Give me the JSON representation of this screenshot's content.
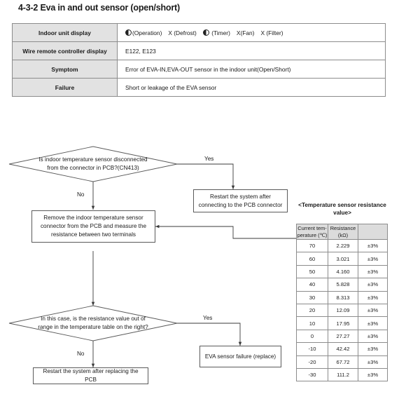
{
  "page_title": "4-3-2 Eva in and out sensor (open/short)",
  "info_table": {
    "rows": [
      {
        "label": "Indoor unit display",
        "type": "display-icons",
        "items": [
          {
            "icon": "half-circle-icon",
            "text": "(Operation)"
          },
          {
            "icon": "x-mark",
            "text": "X (Defrost)"
          },
          {
            "icon": "half-circle-icon",
            "text": "(Timer)"
          },
          {
            "icon": "x-mark",
            "text": "X(Fan)"
          },
          {
            "icon": "x-mark",
            "text": "X (Filter)"
          }
        ]
      },
      {
        "label": "Wire remote controller display",
        "type": "text",
        "value": "E122, E123"
      },
      {
        "label": "Symptom",
        "type": "text",
        "value": "Error of EVA-IN,EVA-OUT sensor in the indoor unit(Open/Short)"
      },
      {
        "label": "Failure",
        "type": "text",
        "value": "Short or leakage of the EVA sensor"
      }
    ]
  },
  "flowchart": {
    "decision_1": "Is indoor temperature sensor disconnected from the connector in PCB?(CN413)",
    "decision_1_yes": "Yes",
    "decision_1_no": "No",
    "process_restart_connect": "Restart the system after connecting to the PCB connector",
    "process_remove_measure": "Remove the indoor temperature sensor connector from the PCB and measure the resistance between two terminals",
    "decision_2": "In this case, is the resistance value out of range in the temperature table on the right?",
    "decision_2_yes": "Yes",
    "decision_2_no": "No",
    "process_sensor_failure": "EVA sensor failure (replace)",
    "process_restart_pcb": "Restart the system after replacing the PCB"
  },
  "resistance_table": {
    "caption": "<Temperature sensor resistance value>",
    "headers": [
      "Current tem-perature (℃)",
      "Resistance (kΩ)",
      ""
    ],
    "header_lines": [
      [
        "Current tem-",
        "perature (℃)"
      ],
      [
        "Resistance",
        "(kΩ)"
      ],
      [
        "",
        ""
      ]
    ],
    "rows": [
      {
        "temperature": "70",
        "resistance": "2.229",
        "tolerance": "±3%"
      },
      {
        "temperature": "60",
        "resistance": "3.021",
        "tolerance": "±3%"
      },
      {
        "temperature": "50",
        "resistance": "4.160",
        "tolerance": "±3%"
      },
      {
        "temperature": "40",
        "resistance": "5.828",
        "tolerance": "±3%"
      },
      {
        "temperature": "30",
        "resistance": "8.313",
        "tolerance": "±3%"
      },
      {
        "temperature": "20",
        "resistance": "12.09",
        "tolerance": "±3%"
      },
      {
        "temperature": "10",
        "resistance": "17.95",
        "tolerance": "±3%"
      },
      {
        "temperature": "0",
        "resistance": "27.27",
        "tolerance": "±3%"
      },
      {
        "temperature": "-10",
        "resistance": "42.42",
        "tolerance": "±3%"
      },
      {
        "temperature": "-20",
        "resistance": "67.72",
        "tolerance": "±3%"
      },
      {
        "temperature": "-30",
        "resistance": "111.2",
        "tolerance": "±3%"
      }
    ]
  },
  "colors": {
    "header_gray": "#e2e2e2",
    "table_header_gray": "#dcdcdc",
    "border_gray": "#8c8c8c",
    "box_border": "#5a5a5a",
    "text": "#1a1a1a"
  }
}
